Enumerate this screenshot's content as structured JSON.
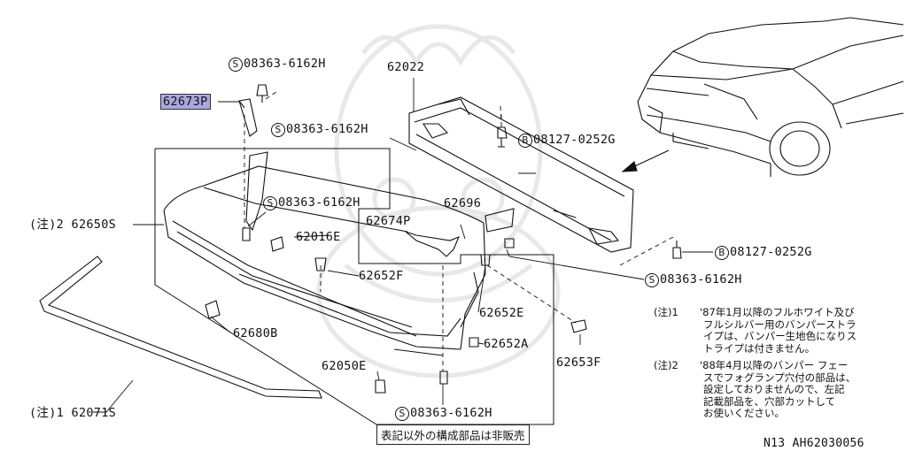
{
  "colors": {
    "highlight": "#a9a9e0",
    "line": "#111111",
    "watermark": "#e6e6e6"
  },
  "parts": {
    "p62673P": "62673P",
    "p62022": "62022",
    "bolt_top_left": "08363-6162H",
    "bolt_mid": "08363-6162H",
    "bolt_inner": "08363-6162H",
    "bolt_right": "08363-6162H",
    "bolt_bottom": "08363-6162H",
    "b_upper": "08127-0252G",
    "b_lower": "08127-0252G",
    "p62650S": "(注)2 62650S",
    "p62016E": "62016E",
    "p62674P": "62674P",
    "p62696": "62696",
    "p62652F": "62652F",
    "p62652E": "62652E",
    "p62652A": "62652A",
    "p62653F": "62653F",
    "p62680B": "62680B",
    "p62050E": "62050E",
    "p62071S": "(注)1 62071S"
  },
  "markers": {
    "s": "S",
    "b": "B"
  },
  "notes": {
    "note1_label": "(注)1",
    "note1_lines": [
      "'87年1月以降のフルホワイト及び",
      "フルシルバー用のバンパーストラ",
      "イプは、バンパー生地色になりス",
      "トライプは付きません。"
    ],
    "note2_label": "(注)2",
    "note2_lines": [
      "'88年4月以降のバンパー フェー",
      "スでフォグランプ穴付の部品は、",
      "設定しておりませんので、左記",
      "記載部品を、穴部カットして",
      "お使いください。"
    ]
  },
  "box_text": "表記以外の構成部品は非販売",
  "footer": "N13  AH62030056"
}
